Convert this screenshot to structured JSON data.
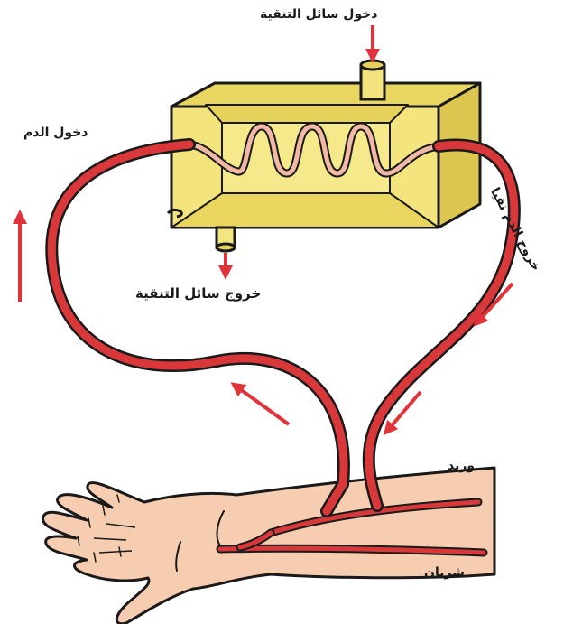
{
  "labels": {
    "dialysate_in": "دخول سائل التنقية",
    "blood_in": "دخول الدم",
    "dialysate_out": "خروج سائل التنقية",
    "blood_out_clean": "خروج الدم نقيا",
    "vein": "وريد",
    "artery": "شريان"
  },
  "colors": {
    "box_fill": "#f2e27a",
    "box_side": "#e4cf52",
    "tube": "#d8383a",
    "arrow": "#e0343a",
    "skin": "#f6cdb0",
    "outline": "#1a1a1a"
  }
}
